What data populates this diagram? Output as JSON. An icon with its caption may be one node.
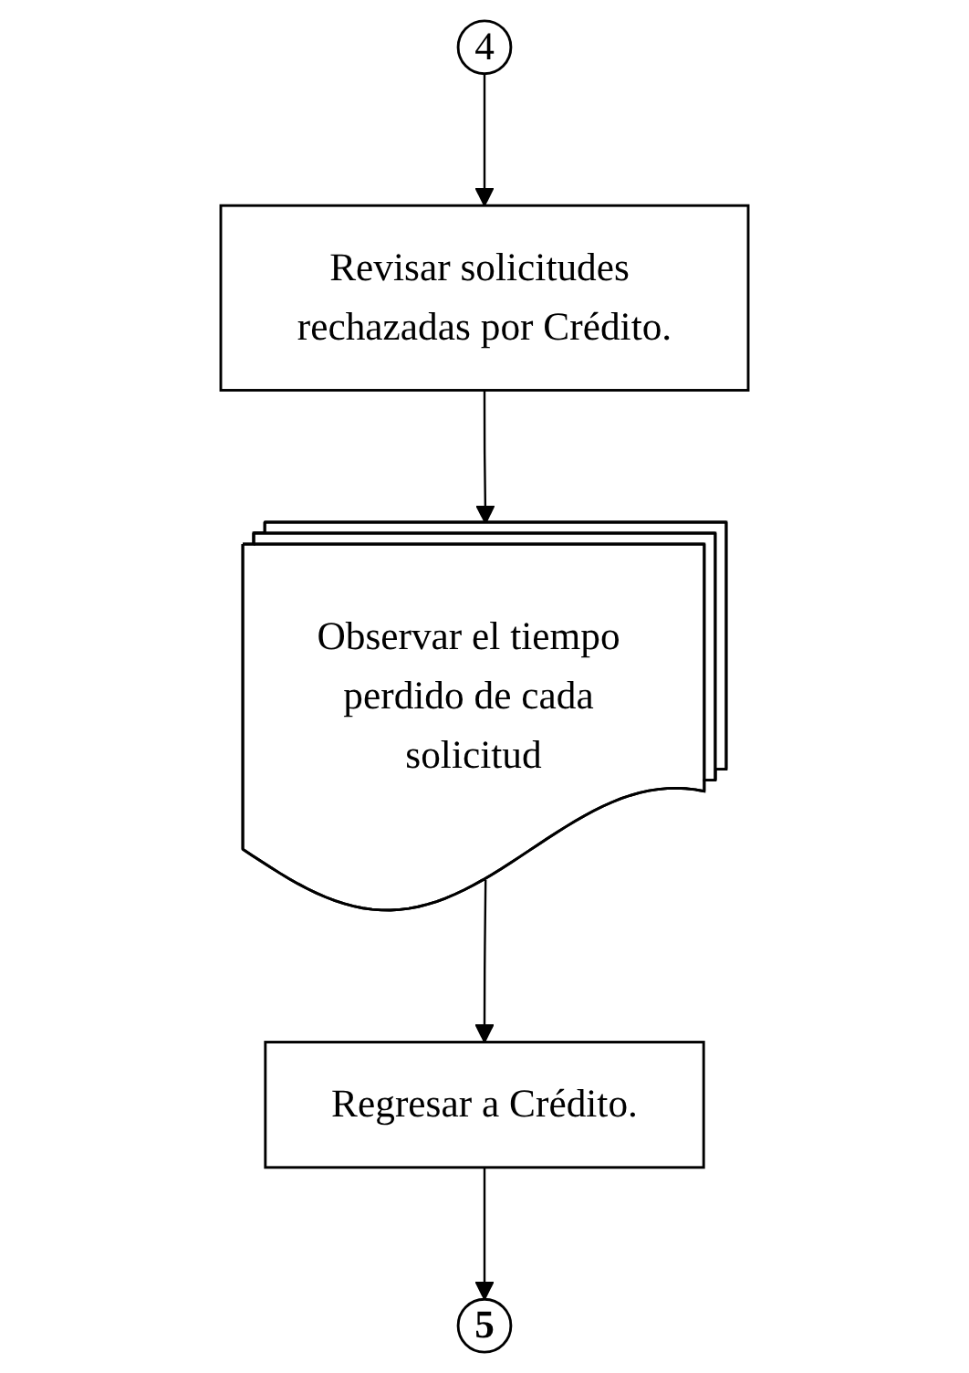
{
  "diagram": {
    "nodes": [
      {
        "text": [
          "4"
        ]
      },
      {
        "text": [
          "Revisar solicitudes rechazadas por Crédito."
        ]
      },
      {
        "text": [
          "Observar el tiempo perdido de cada solicitud"
        ]
      },
      {
        "text": [
          "Regresar a Crédito."
        ]
      },
      {
        "text": [
          "5"
        ]
      }
    ],
    "edges": [
      {
        "from": 0,
        "to": 1,
        "arrow": "to"
      },
      {
        "from": 1,
        "to": 2,
        "arrow": "to"
      },
      {
        "from": 2,
        "to": 3,
        "arrow": "to"
      },
      {
        "from": 3,
        "to": 4,
        "arrow": "to"
      }
    ]
  }
}
